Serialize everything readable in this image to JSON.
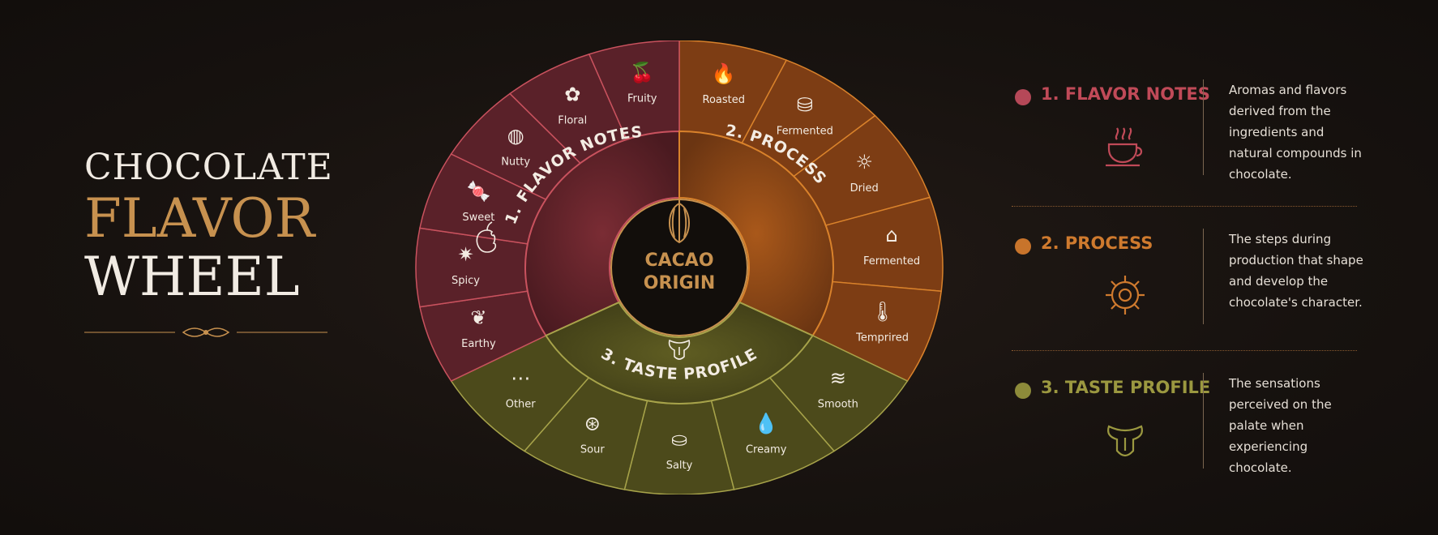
{
  "title": {
    "line1": "CHOCOLATE",
    "line2": "FLAVOR",
    "line3": "WHEEL"
  },
  "center": {
    "line1": "CACAO",
    "line2": "ORIGIN"
  },
  "sections": [
    {
      "key": "flavor",
      "label": "1. FLAVOR NOTES",
      "color": "#c9525e",
      "icon": "bitten-apple-icon"
    },
    {
      "key": "process",
      "label": "2. PROCESS",
      "color": "#d9822b",
      "icon": "gear-icon"
    },
    {
      "key": "taste",
      "label": "3. TASTE PROFILE",
      "color": "#a7a34a",
      "icon": "tongue-icon"
    }
  ],
  "outer_segments": [
    {
      "label": "Roasted",
      "icon": "fire-icon",
      "section": "process"
    },
    {
      "label": "Fermented",
      "icon": "jar-icon",
      "section": "process"
    },
    {
      "label": "Dried",
      "icon": "sun-icon",
      "section": "process"
    },
    {
      "label": "Fermented",
      "icon": "building-icon",
      "section": "process"
    },
    {
      "label": "Temprired",
      "icon": "thermometer-icon",
      "section": "process"
    },
    {
      "label": "Smooth",
      "icon": "waves-icon",
      "section": "taste"
    },
    {
      "label": "Creamy",
      "icon": "drop-icon",
      "section": "taste"
    },
    {
      "label": "Salty",
      "icon": "salt-shaker-icon",
      "section": "taste"
    },
    {
      "label": "Sour",
      "icon": "citrus-icon",
      "section": "taste"
    },
    {
      "label": "Other",
      "icon": "dots-icon",
      "section": "taste"
    },
    {
      "label": "Earthy",
      "icon": "leaf-icon",
      "section": "flavor"
    },
    {
      "label": "Spicy",
      "icon": "star-anise-icon",
      "section": "flavor"
    },
    {
      "label": "Sweet",
      "icon": "candy-icon",
      "section": "flavor"
    },
    {
      "label": "Nutty",
      "icon": "nut-icon",
      "section": "flavor"
    },
    {
      "label": "Floral",
      "icon": "flower-icon",
      "section": "flavor"
    },
    {
      "label": "Fruity",
      "icon": "cherry-icon",
      "section": "flavor"
    }
  ],
  "legend": [
    {
      "dot_color": "#b54858",
      "title_color": "#c04a58",
      "title": "1. FLAVOR NOTES",
      "icon": "coffee-cup-icon",
      "description": "Aromas and flavors derived from the ingredients and natural compounds in chocolate."
    },
    {
      "dot_color": "#c8742b",
      "title_color": "#cf7a2e",
      "title": "2. PROCESS",
      "icon": "gear-icon",
      "description": "The steps during production that shape and develop the chocolate's character."
    },
    {
      "dot_color": "#8d8b3a",
      "title_color": "#9b9840",
      "title": "3. TASTE PROFILE",
      "icon": "tongue-icon",
      "description": "The sensations perceived on the palate when experiencing chocolate."
    }
  ]
}
